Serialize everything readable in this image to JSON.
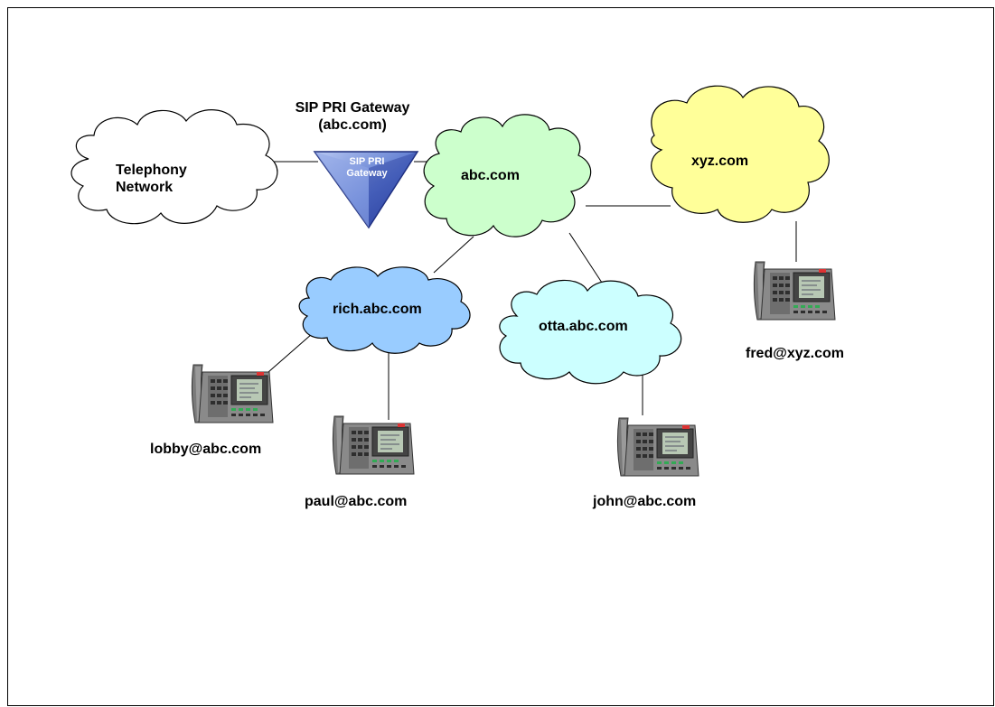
{
  "title": {
    "line1": "SIP PRI Gateway",
    "line2": "(abc.com)"
  },
  "gateway": {
    "line1": "SIP PRI",
    "line2": "Gateway"
  },
  "clouds": {
    "telephony": {
      "line1": "Telephony",
      "line2": "Network",
      "color": "#ffffff"
    },
    "abc": {
      "label": "abc.com",
      "color": "#ccffcc"
    },
    "xyz": {
      "label": "xyz.com",
      "color": "#ffff99"
    },
    "rich": {
      "label": "rich.abc.com",
      "color": "#99ccff"
    },
    "otta": {
      "label": "otta.abc.com",
      "color": "#ccffff"
    }
  },
  "phones": {
    "lobby": "lobby@abc.com",
    "paul": "paul@abc.com",
    "john": "john@abc.com",
    "fred": "fred@xyz.com"
  },
  "colors": {
    "gateway": "#5577cc",
    "line": "#000000"
  }
}
